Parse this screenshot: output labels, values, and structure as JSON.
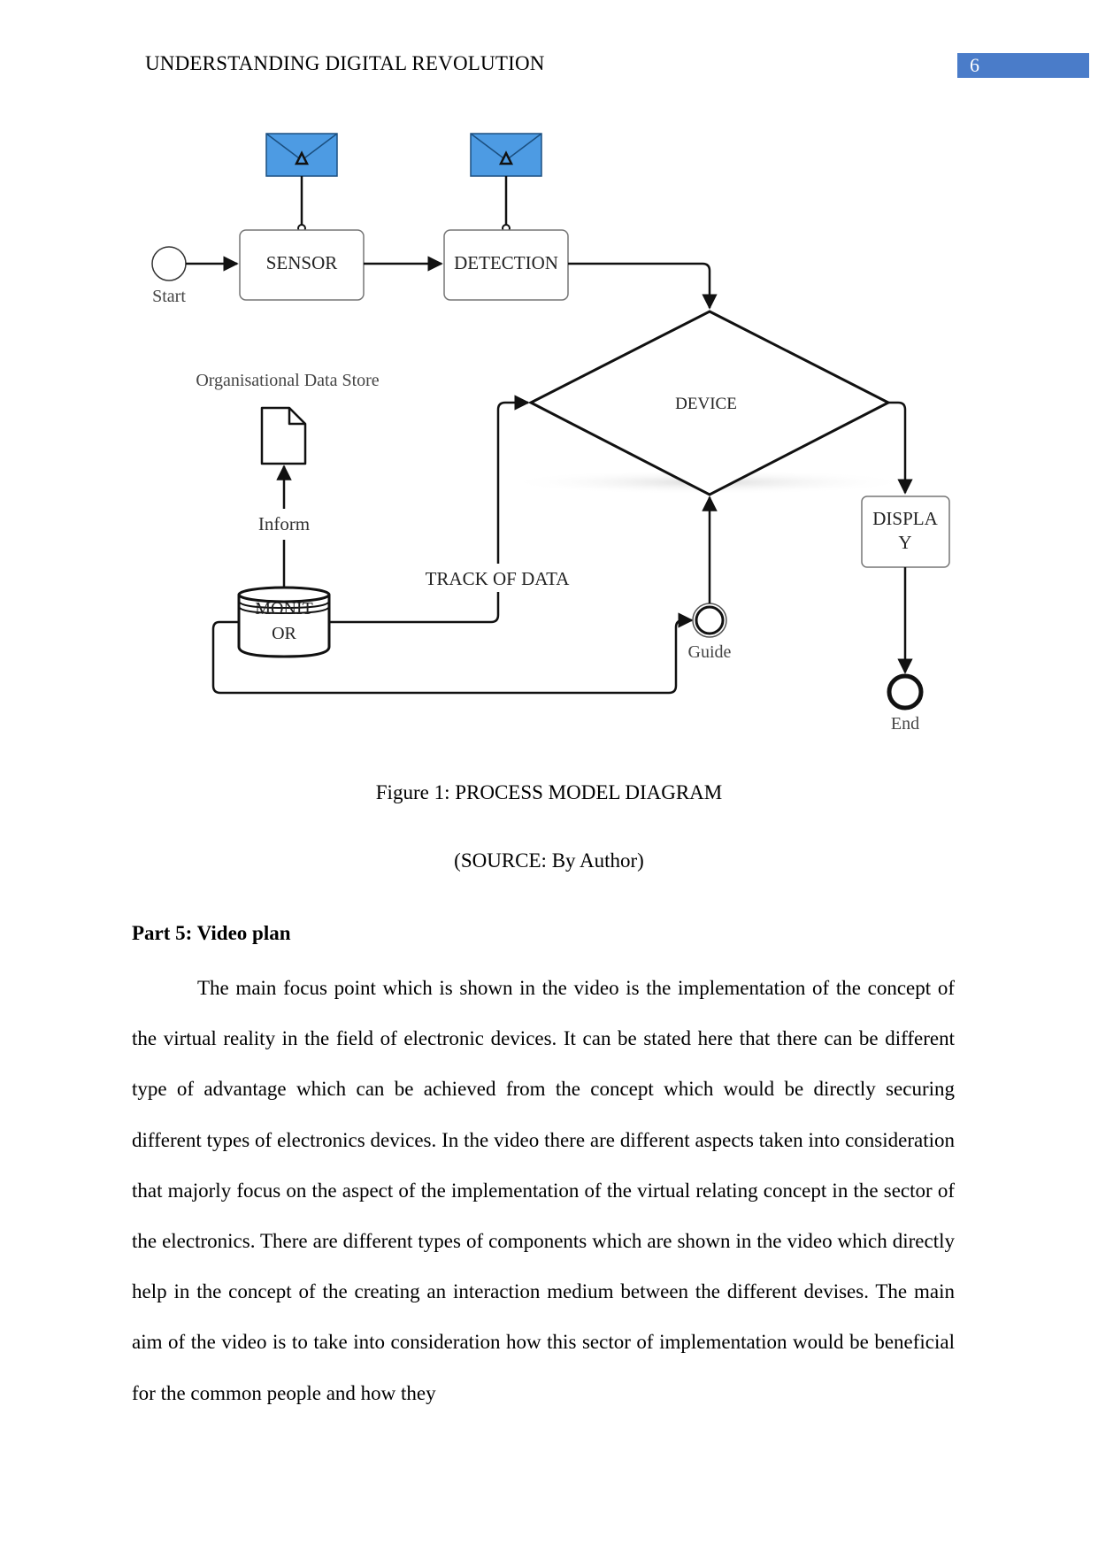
{
  "header": {
    "title": "UNDERSTANDING DIGITAL REVOLUTION",
    "page_number": "6"
  },
  "diagram": {
    "start_label": "Start",
    "sensor_label": "SENSOR",
    "detection_label": "DETECTION",
    "device_label": "DEVICE",
    "data_store_label": "Organisational Data Store",
    "inform_label": "Inform",
    "monitor_label_line1": "MONIT",
    "monitor_label_line2": "OR",
    "track_label": "TRACK OF DATA",
    "guide_label": "Guide",
    "display_label_line1": "DISPLA",
    "display_label_line2": "Y",
    "end_label": "End",
    "message_color": "#4d9be3"
  },
  "figure": {
    "caption": "Figure 1: PROCESS MODEL DIAGRAM",
    "source": "(SOURCE: By Author)"
  },
  "section": {
    "heading": "Part 5: Video plan",
    "paragraph": "The main focus point which is shown in the video is the implementation of the concept of the virtual reality in the field of electronic devices. It can be stated here that there can be different type of advantage which can be achieved from the concept which would be directly securing different types of electronics devices. In the video there are different aspects taken into consideration that majorly focus on the aspect of the implementation of the virtual relating concept in the sector of the electronics. There are different types of components which are shown in the video which directly help in the concept of the creating an interaction medium between the different devises. The main aim of the video is to take into consideration how this sector of implementation would be beneficial for the common people and how they"
  }
}
